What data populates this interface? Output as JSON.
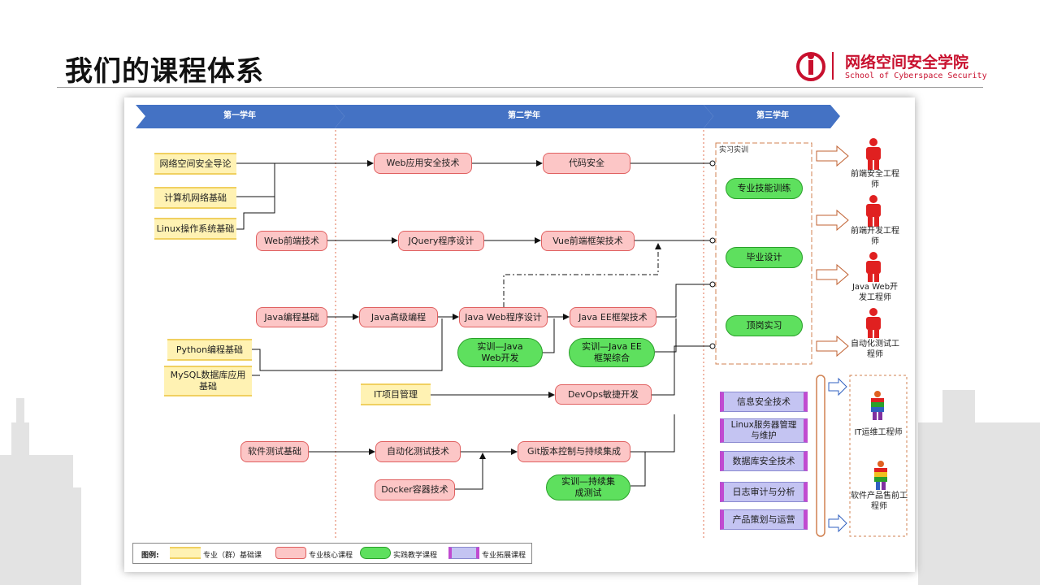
{
  "header": {
    "title": "我们的课程体系",
    "logo_cn": "网络空间安全学院",
    "logo_en": "School of Cyberspace Security"
  },
  "colors": {
    "year_arrow": "#4472c4",
    "base": "#fff2b3",
    "core": "#fcc6c6",
    "practice": "#5ee05e",
    "extension": "#c4c4f2",
    "brand": "#c8102e"
  },
  "years": [
    "第一学年",
    "第二学年",
    "第三学年"
  ],
  "base_courses": {
    "security_intro": "网络空间安全导论",
    "network": "计算机网络基础",
    "linux": "Linux操作系统基础",
    "python": "Python编程基础",
    "mysql": "MySQL数据库应用基础",
    "it_pm": "IT项目管理"
  },
  "core_courses": {
    "web_app_sec": "Web应用安全技术",
    "code_sec": "代码安全",
    "web_frontend": "Web前端技术",
    "jquery": "JQuery程序设计",
    "vue": "Vue前端框架技术",
    "java_basic": "Java编程基础",
    "java_adv": "Java高级编程",
    "java_web": "Java Web程序设计",
    "java_ee": "Java EE框架技术",
    "devops": "DevOps敏捷开发",
    "sw_test": "软件测试基础",
    "auto_test": "自动化测试技术",
    "git_ci": "Git版本控制与持续集成",
    "docker": "Docker容器技术"
  },
  "practice_courses": {
    "train_javaweb": "实训—Java Web开发",
    "train_javaee": "实训—Java EE框架综合",
    "train_ci": "实训—持续集成测试",
    "skills": "专业技能训练",
    "thesis": "毕业设计",
    "internship": "顶岗实习"
  },
  "internship_label": "实习实训",
  "extension_courses": [
    "信息安全技术",
    "Linux服务器管理与维护",
    "数据库安全技术",
    "日志审计与分析",
    "产品策划与运营"
  ],
  "roles": [
    "前端安全工程师",
    "前端开发工程师",
    "Java Web开发工程师",
    "自动化测试工程师",
    "IT运维工程师",
    "软件产品售前工程师"
  ],
  "legend": {
    "title": "图例:",
    "items": [
      "专业（群）基础课",
      "专业核心课程",
      "实践教学课程",
      "专业拓展课程"
    ]
  }
}
